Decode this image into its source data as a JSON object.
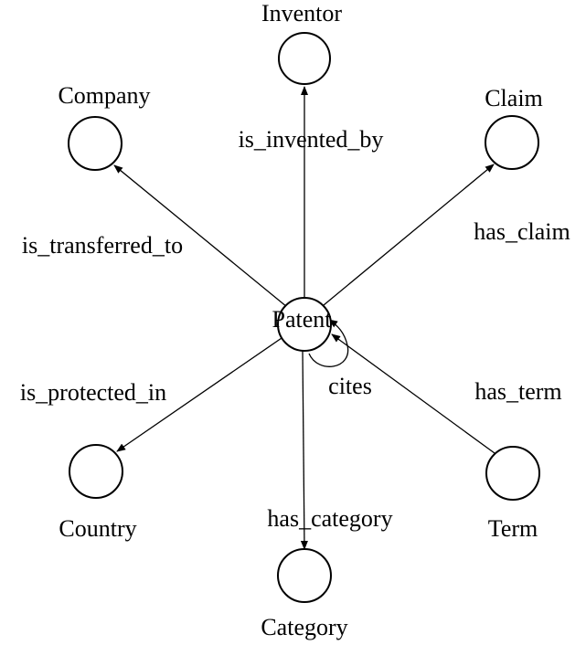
{
  "diagram": {
    "nodes": {
      "patent": "Patent",
      "inventor": "Inventor",
      "company": "Company",
      "claim": "Claim",
      "country": "Country",
      "term": "Term",
      "category": "Category"
    },
    "edges": {
      "is_invented_by": "is_invented_by",
      "is_transferred_to": "is_transferred_to",
      "has_claim": "has_claim",
      "is_protected_in": "is_protected_in",
      "has_term": "has_term",
      "has_category": "has_category",
      "cites": "cites"
    }
  }
}
